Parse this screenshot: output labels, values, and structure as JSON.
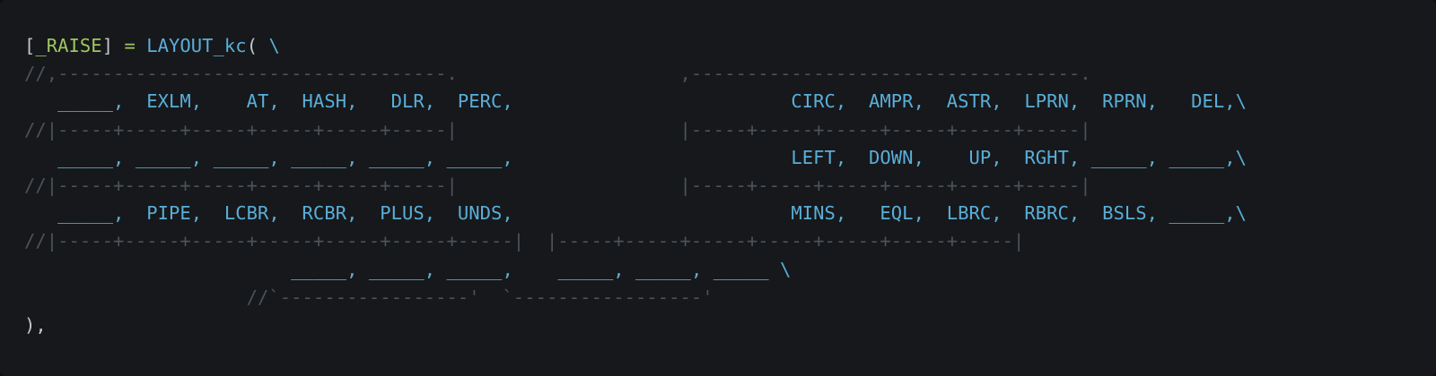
{
  "colors": {
    "background": "#16181b",
    "punctuation": "#c3c7cc",
    "identifier_green": "#9fc561",
    "keycode_blue": "#5aaed8",
    "comment": "#4b5358"
  },
  "code": {
    "header": {
      "open_bracket": "[",
      "layer_name": "_RAISE",
      "close_bracket": "] ",
      "equals": "=",
      "space": " ",
      "macro": "LAYOUT_kc",
      "paren": "( ",
      "continuation": "\\"
    },
    "comment_top": "//,-----------------------------------.                    ,-----------------------------------.",
    "row1": {
      "left": "   _____,  EXLM,    AT,  HASH,   DLR,  PERC,",
      "gap": "                        ",
      "right": " CIRC,  AMPR,  ASTR,  LPRN,  RPRN,   DEL,\\"
    },
    "comment_row1": "//|-----+-----+-----+-----+-----+-----|                    |-----+-----+-----+-----+-----+-----|",
    "row2": {
      "left": "   _____, _____, _____, _____, _____, _____,",
      "gap": "                        ",
      "right": " LEFT,  DOWN,    UP,  RGHT, _____, _____,\\"
    },
    "comment_row2": "//|-----+-----+-----+-----+-----+-----|                    |-----+-----+-----+-----+-----+-----|",
    "row3": {
      "left": "   _____,  PIPE,  LCBR,  RCBR,  PLUS,  UNDS,",
      "gap": "                        ",
      "right": " MINS,   EQL,  LBRC,  RBRC,  BSLS, _____,\\"
    },
    "comment_row3": "//|-----+-----+-----+-----+-----+-----+-----|  |-----+-----+-----+-----+-----+-----+-----|",
    "thumbs": {
      "indent": "                       ",
      "left": " _____, _____, _____,",
      "gap": "    ",
      "right": "_____, _____, _____ ",
      "continuation": "\\"
    },
    "comment_bottom": "                    //`-----------------'  `-----------------'",
    "footer": "),"
  }
}
